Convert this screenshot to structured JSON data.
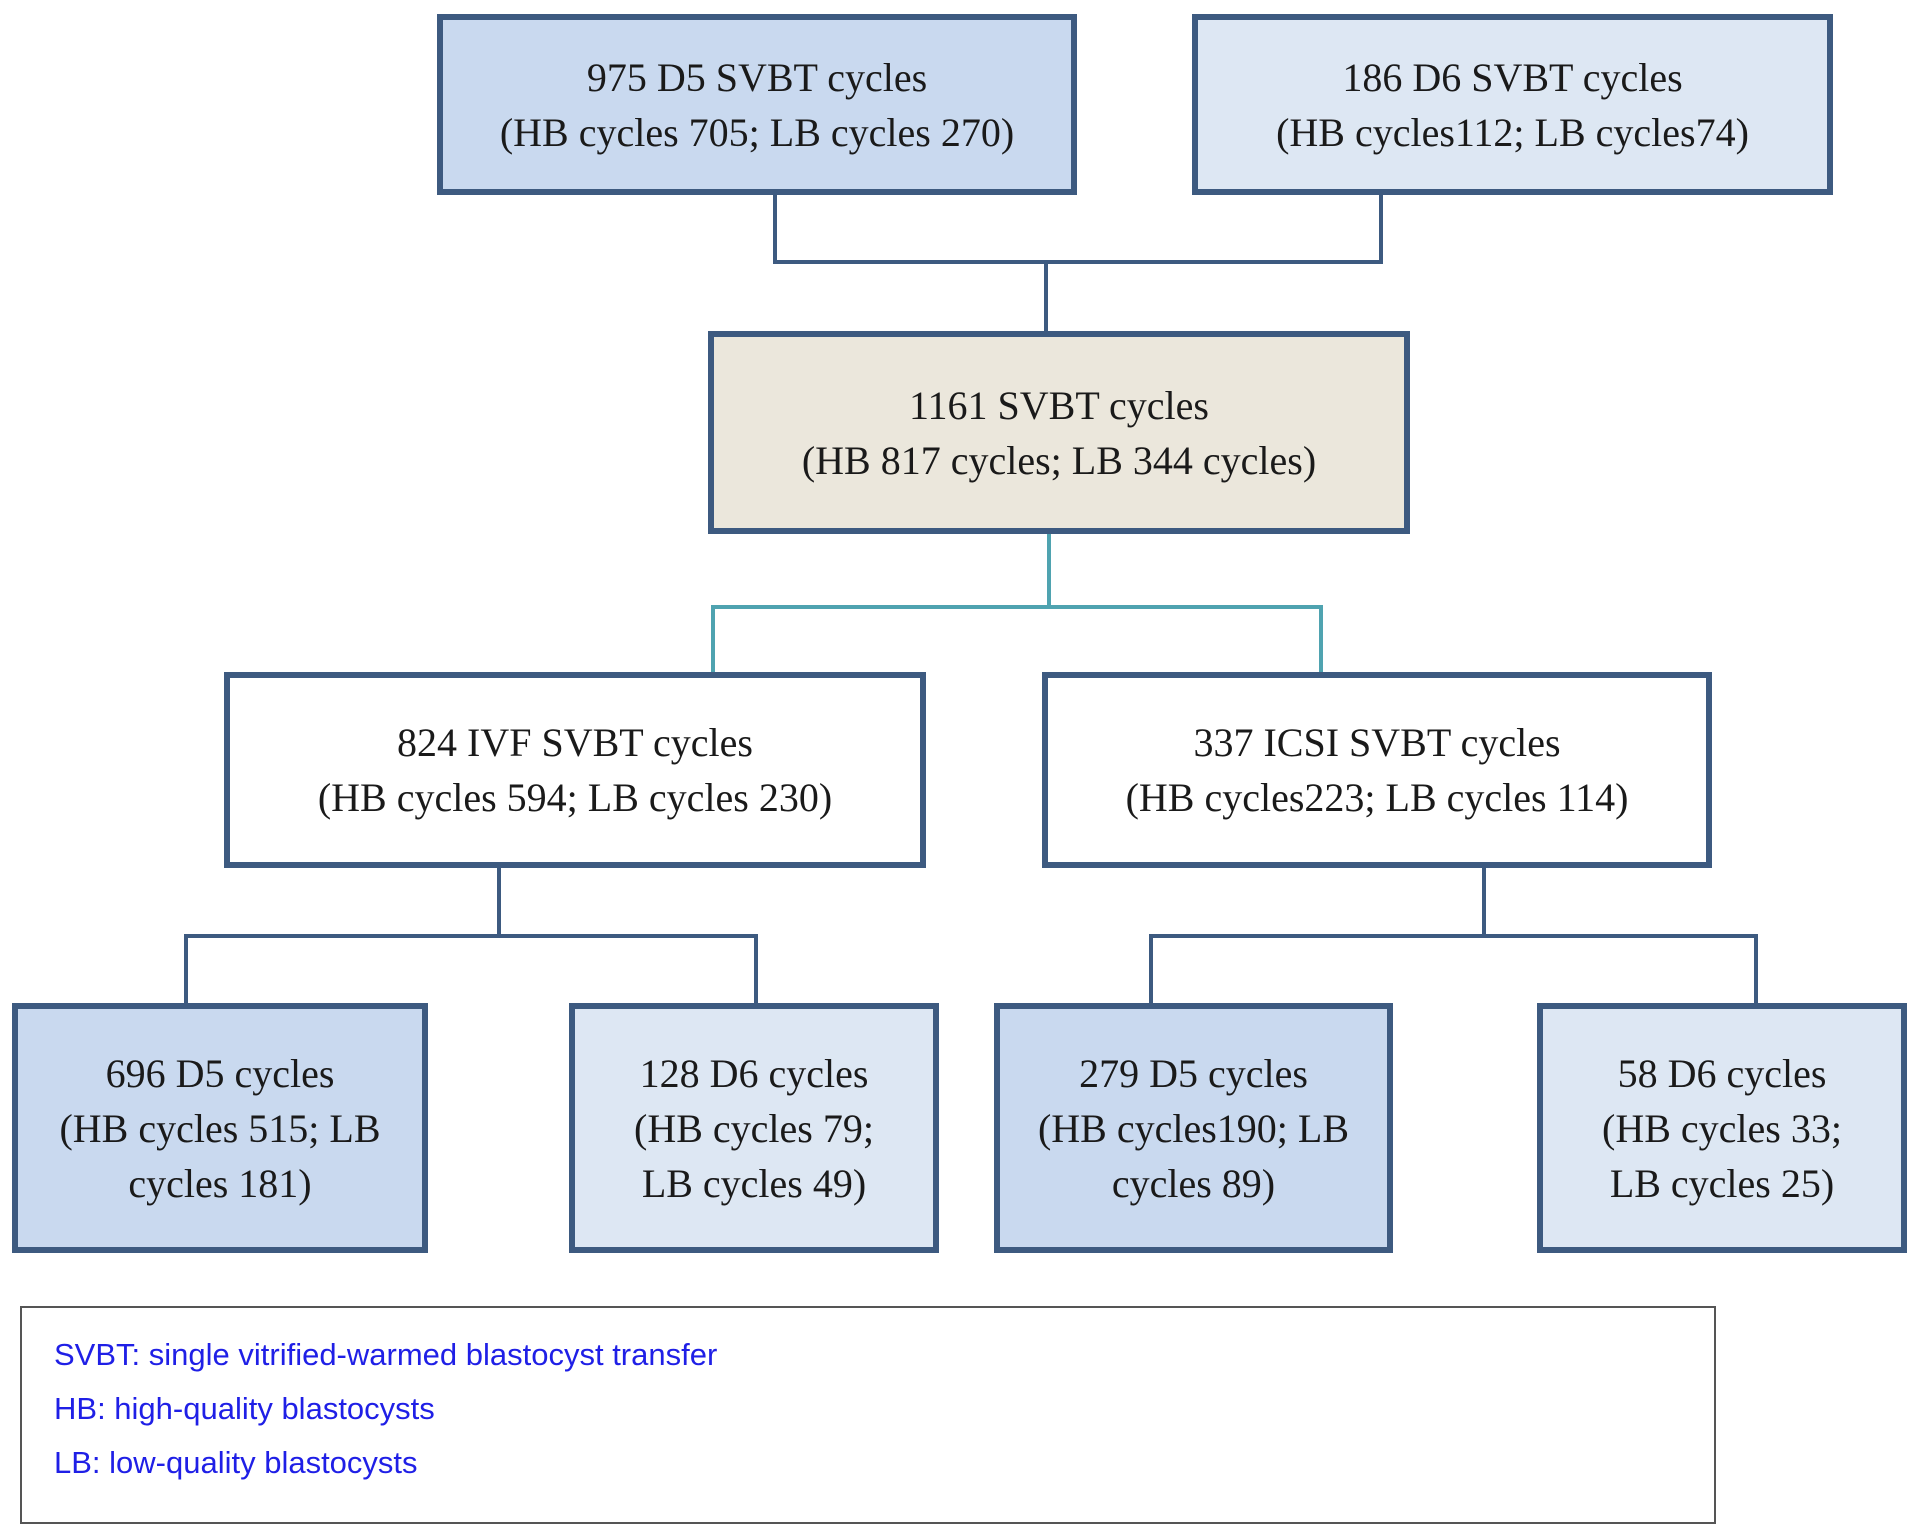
{
  "boxes": {
    "top_d5": {
      "line1": "975 D5 SVBT cycles",
      "line2": "(HB cycles 705; LB cycles 270)"
    },
    "top_d6": {
      "line1": "186 D6 SVBT cycles",
      "line2": "(HB cycles112; LB cycles74)"
    },
    "total": {
      "line1": "1161 SVBT cycles",
      "line2": "(HB 817 cycles; LB 344 cycles)"
    },
    "ivf": {
      "line1": "824 IVF SVBT cycles",
      "line2": "(HB cycles 594; LB cycles 230)"
    },
    "icsi": {
      "line1": "337 ICSI SVBT cycles",
      "line2": "(HB cycles223; LB cycles 114)"
    },
    "ivf_d5": {
      "line1": "696 D5 cycles",
      "line2": "(HB cycles 515; LB",
      "line3": "cycles 181)"
    },
    "ivf_d6": {
      "line1": "128 D6 cycles",
      "line2": "(HB cycles 79;",
      "line3": "LB cycles 49)"
    },
    "icsi_d5": {
      "line1": "279 D5 cycles",
      "line2": "(HB cycles190; LB",
      "line3": "cycles 89)"
    },
    "icsi_d6": {
      "line1": "58 D6 cycles",
      "line2": "(HB cycles 33;",
      "line3": "LB cycles 25)"
    }
  },
  "legend": {
    "items": [
      "SVBT: single vitrified-warmed blastocyst transfer",
      "HB: high-quality blastocysts",
      "LB: low-quality blastocysts"
    ]
  },
  "colors": {
    "border": "#3d5a80",
    "d5_fill": "#c9d9ef",
    "d6_fill": "#dde7f3",
    "total_fill": "#ebe7dc",
    "connector_main": "#3d5a80",
    "connector_teal": "#4fa3b0",
    "legend_text": "#1f1fe6"
  }
}
